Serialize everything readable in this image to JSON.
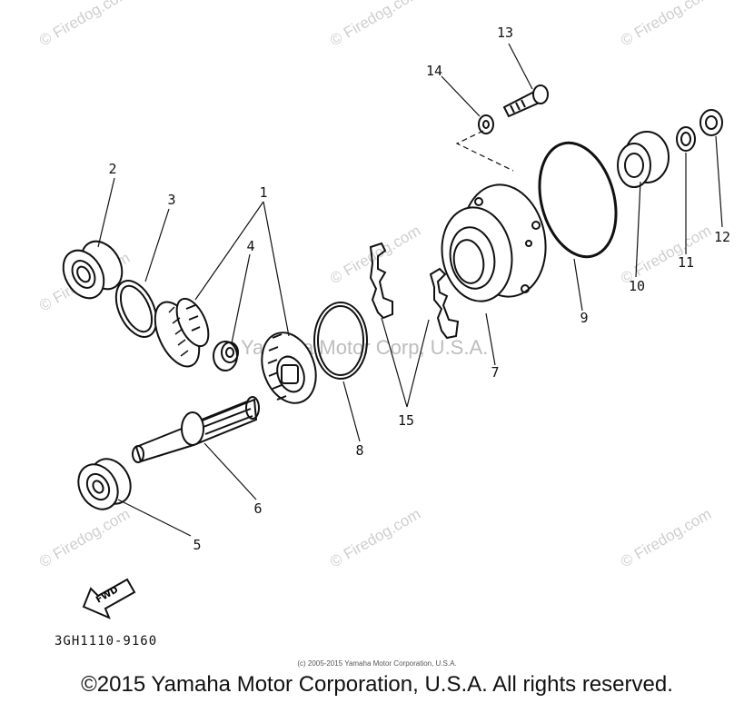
{
  "diagram": {
    "part_number": "3GH1110-9160",
    "fwd_label": "FWD",
    "watermark_center": "Yamaha Motor Corp, U.S.A.",
    "watermark_small": "© Firedog.com",
    "callouts": [
      "1",
      "1",
      "2",
      "3",
      "4",
      "5",
      "6",
      "7",
      "8",
      "9",
      "10",
      "11",
      "12",
      "13",
      "14",
      "15"
    ]
  },
  "footer": {
    "small_copyright": "(c) 2005-2015 Yamaha Motor Corporation, U.S.A.",
    "copyright": "©2015 Yamaha Motor Corporation, U.S.A. All rights reserved."
  }
}
